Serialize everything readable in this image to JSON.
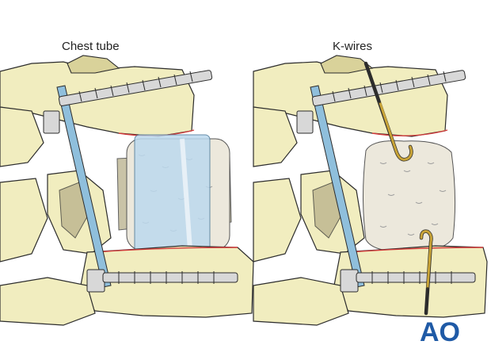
{
  "captions": {
    "left": "Chest tube",
    "right": "K-wires"
  },
  "logo": {
    "text": "AO",
    "color": "#1f5aa6"
  },
  "colors": {
    "bone": "#f1edbf",
    "rod": "#8fbfdc",
    "tube": "#bcd9ee",
    "wire": "#c9a437",
    "graft": "#ece8dc"
  }
}
